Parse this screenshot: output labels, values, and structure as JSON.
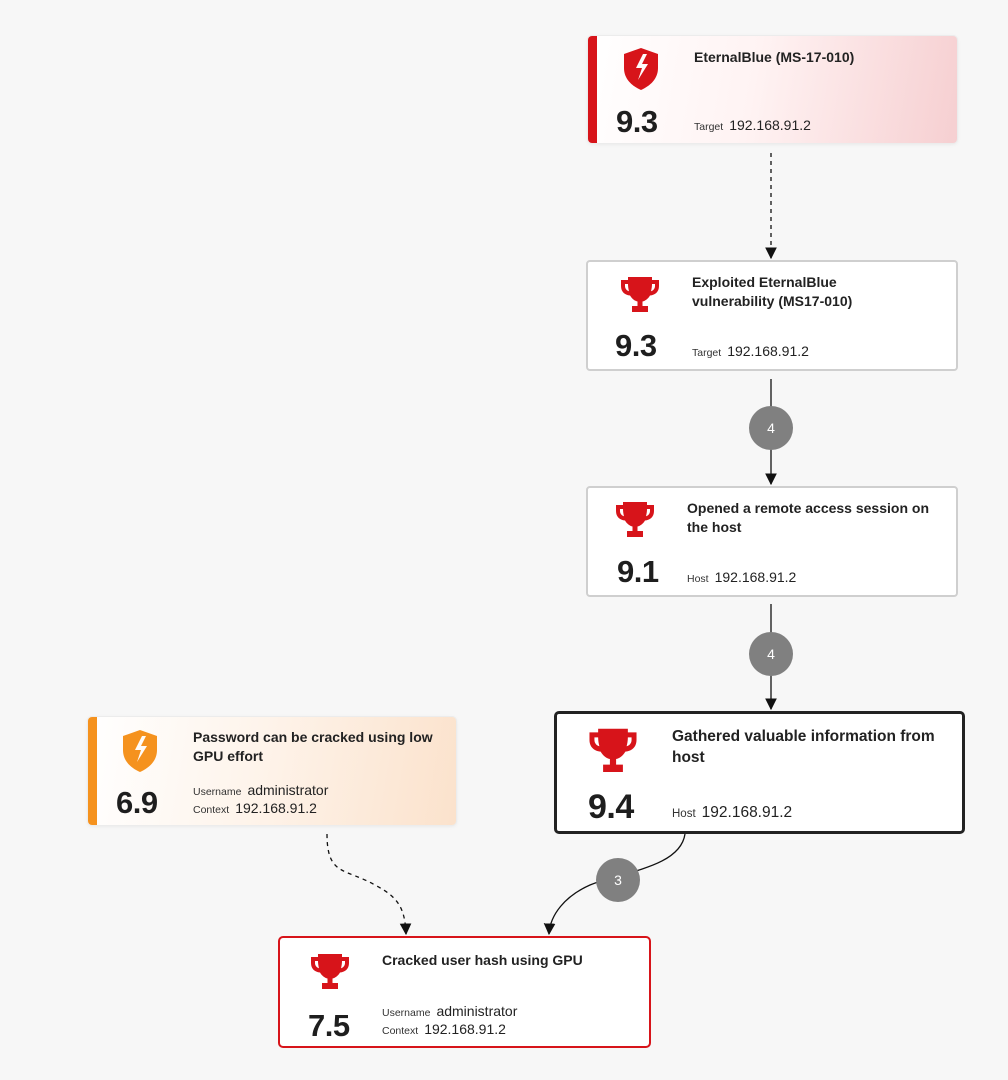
{
  "colors": {
    "critical": "#d7141a",
    "medium": "#f5921e",
    "badge": "#808080",
    "edge": "#111111"
  },
  "nodes": {
    "eternalblue": {
      "kind": "vulnerability",
      "icon": "broken-shield-icon",
      "title": "EternalBlue (MS-17-010)",
      "score": "9.3",
      "fields": [
        {
          "label": "Target",
          "value": "192.168.91.2"
        }
      ]
    },
    "exploited": {
      "kind": "achievement",
      "icon": "trophy-icon",
      "title": "Exploited EternalBlue vulnerability (MS17-010)",
      "score": "9.3",
      "fields": [
        {
          "label": "Target",
          "value": "192.168.91.2"
        }
      ]
    },
    "remote_session": {
      "kind": "achievement",
      "icon": "trophy-icon",
      "title": "Opened a remote access session on the host",
      "score": "9.1",
      "fields": [
        {
          "label": "Host",
          "value": "192.168.91.2"
        }
      ]
    },
    "gathered_info": {
      "kind": "achievement",
      "icon": "trophy-icon",
      "title": "Gathered valuable information from host",
      "score": "9.4",
      "fields": [
        {
          "label": "Host",
          "value": "192.168.91.2"
        }
      ]
    },
    "password_crack": {
      "kind": "vulnerability",
      "icon": "broken-shield-icon",
      "title": "Password can be cracked using low GPU effort",
      "score": "6.9",
      "fields": [
        {
          "label": "Username",
          "value": "administrator"
        },
        {
          "label": "Context",
          "value": "192.168.91.2"
        }
      ]
    },
    "cracked_hash": {
      "kind": "achievement",
      "icon": "trophy-icon",
      "title": "Cracked user hash using GPU",
      "score": "7.5",
      "fields": [
        {
          "label": "Username",
          "value": "administrator"
        },
        {
          "label": "Context",
          "value": "192.168.91.2"
        }
      ]
    }
  },
  "edges": [
    {
      "from": "eternalblue",
      "to": "exploited",
      "style": "dashed",
      "badge": ""
    },
    {
      "from": "exploited",
      "to": "remote_session",
      "style": "solid",
      "badge": "4"
    },
    {
      "from": "remote_session",
      "to": "gathered_info",
      "style": "solid",
      "badge": "4"
    },
    {
      "from": "gathered_info",
      "to": "cracked_hash",
      "style": "solid",
      "badge": "3"
    },
    {
      "from": "password_crack",
      "to": "cracked_hash",
      "style": "dashed",
      "badge": ""
    }
  ]
}
